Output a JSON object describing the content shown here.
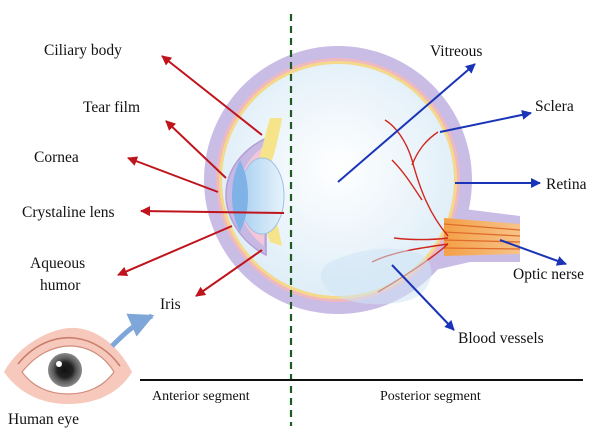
{
  "labels": {
    "ciliary_body": "Ciliary body",
    "tear_film": "Tear film",
    "cornea": "Cornea",
    "crystalline_lens": "Crystaline lens",
    "aqueous_humor_line1": "Aqueous",
    "aqueous_humor_line2": "humor",
    "iris": "Iris",
    "vitreous": "Vitreous",
    "sclera": "Sclera",
    "retina": "Retina",
    "optic_nerve": "Optic nerse",
    "blood_vessels": "Blood vessels",
    "human_eye": "Human eye"
  },
  "segments": {
    "anterior": "Anterior segment",
    "posterior": "Posterior segment"
  },
  "colors": {
    "anterior_arrow": "#c0141c",
    "posterior_arrow": "#1a34b8",
    "divider": "#1f5c1f",
    "sclera": "#c9bde6",
    "vitreous": "#eef6fb"
  }
}
